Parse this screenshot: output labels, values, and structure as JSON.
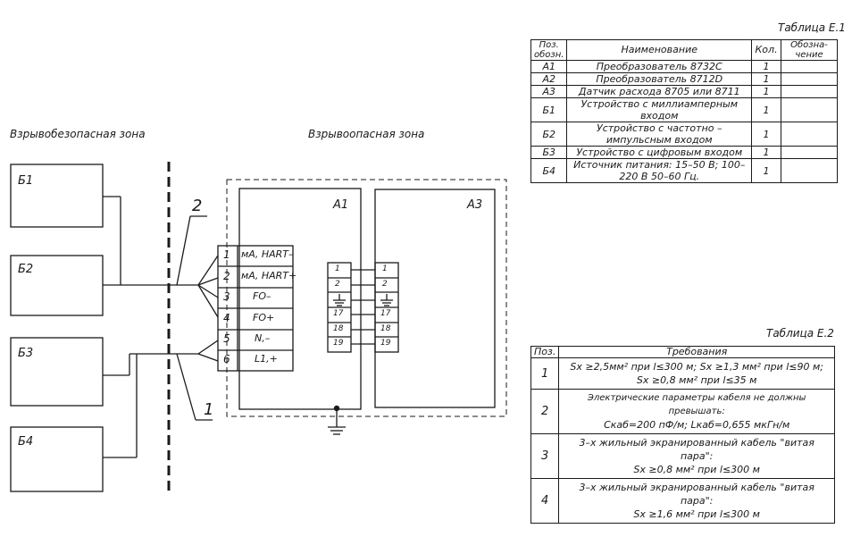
{
  "zones": {
    "safe": "Взрывобезопасная зона",
    "hazard": "Взрывоопасная зона"
  },
  "devices": {
    "b1": "Б1",
    "b2": "Б2",
    "b3": "Б3",
    "b4": "Б4",
    "a1": "А1",
    "a3": "А3"
  },
  "cable_labels": {
    "upper": "2",
    "lower": "1"
  },
  "terminals_a1": [
    {
      "num": "1",
      "name": "мА, HART–"
    },
    {
      "num": "2",
      "name": "мА, HART+"
    },
    {
      "num": "3",
      "name": "FO–"
    },
    {
      "num": "4",
      "name": "FO+"
    },
    {
      "num": "5",
      "name": "N,–"
    },
    {
      "num": "6",
      "name": "L1,+"
    }
  ],
  "link_terminals": [
    "1",
    "2",
    "",
    "17",
    "18",
    "19"
  ],
  "table1": {
    "caption": "Таблица Е.1",
    "headers": {
      "pos": "Поз. обозн.",
      "name": "Наименование",
      "qty": "Кол.",
      "note": "Обозна- чение"
    },
    "rows": [
      {
        "pos": "А1",
        "name": "Преобразователь 8732С",
        "qty": "1",
        "note": ""
      },
      {
        "pos": "А2",
        "name": "Преобразователь 8712D",
        "qty": "1",
        "note": ""
      },
      {
        "pos": "А3",
        "name": "Датчик расхода 8705 или 8711",
        "qty": "1",
        "note": ""
      },
      {
        "pos": "Б1",
        "name": "Устройство с миллиамперным входом",
        "qty": "1",
        "note": ""
      },
      {
        "pos": "Б2",
        "name": "Устройство с частотно – импульсным входом",
        "qty": "1",
        "note": ""
      },
      {
        "pos": "Б3",
        "name": "Устройство с цифровым входом",
        "qty": "1",
        "note": ""
      },
      {
        "pos": "Б4",
        "name": "Источник питания: 15–50 В; 100–220 В 50–60 Гц.",
        "qty": "1",
        "note": ""
      }
    ]
  },
  "table2": {
    "caption": "Таблица Е.2",
    "headers": {
      "pos": "Поз.",
      "req": "Требования"
    },
    "rows": [
      {
        "pos": "1",
        "lines": [
          "Sx ≥2,5мм² при l≤300 м; Sx ≥1,3 мм² при l≤90 м;",
          "Sx ≥0,8 мм² при l≤35 м"
        ]
      },
      {
        "pos": "2",
        "lines": [
          "Электрические параметры кабеля не должны превышать:",
          "Скаб=200 пФ/м; Lкаб=0,655 мкГн/м"
        ]
      },
      {
        "pos": "3",
        "lines": [
          "3–х жильный экранированный кабель \"витая пара\":",
          "Sx ≥0,8 мм² при l≤300 м"
        ]
      },
      {
        "pos": "4",
        "lines": [
          "3–х жильный экранированный кабель \"витая пара\":",
          "Sx ≥1,6 мм² при l≤300 м"
        ]
      }
    ]
  }
}
